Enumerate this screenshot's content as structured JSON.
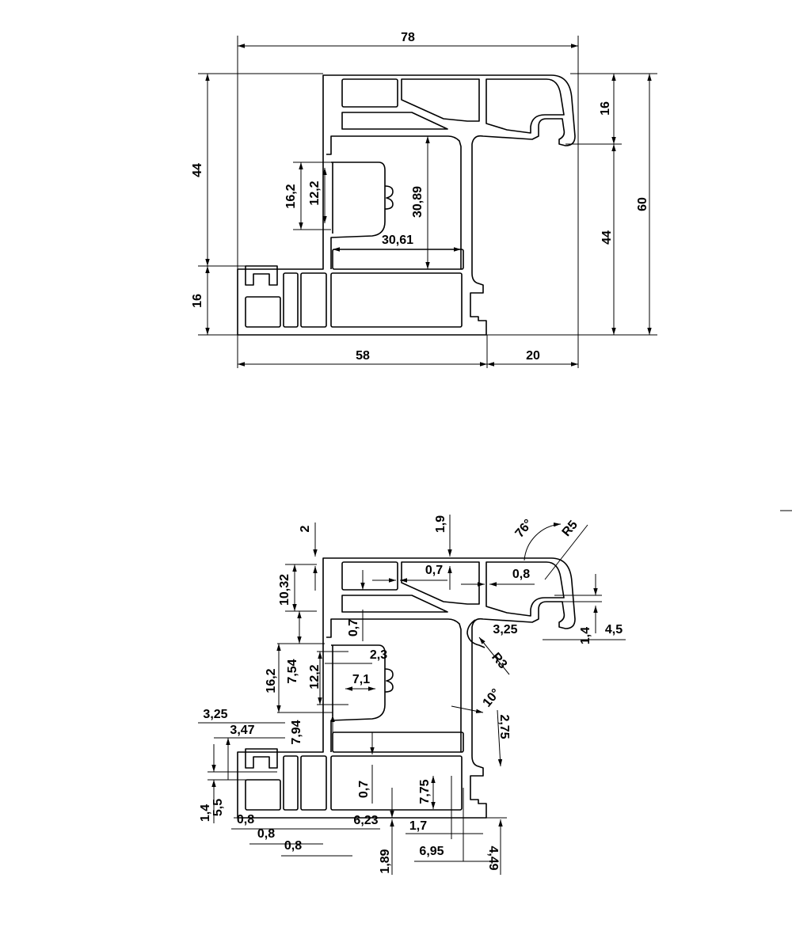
{
  "top_drawing": {
    "overall_width": "78",
    "left_upper_height": "44",
    "left_lower_height": "16",
    "clip_outer_height": "16,2",
    "clip_inner_height": "12,2",
    "inner_height": "30,89",
    "inner_width": "30,61",
    "bottom_left_width": "58",
    "bottom_right_width": "20",
    "right_upper_height": "16",
    "right_lower_height": "44",
    "overall_height": "60"
  },
  "bottom_drawing": {
    "labels": [
      "2",
      "1,9",
      "76°",
      "R5",
      "10,32",
      "0,7",
      "0,8",
      "0,7",
      "3,25",
      "1,4",
      "4,5",
      "R3",
      "16,2",
      "7,54",
      "12,2",
      "2,3",
      "7,1",
      "10°",
      "2,75",
      "3,25",
      "3,47",
      "7,94",
      "0,7",
      "7,75",
      "1,4",
      "5,5",
      "0,8",
      "6,23",
      "1,7",
      "0,8",
      "0,8",
      "6,95",
      "1,89",
      "4,49"
    ]
  }
}
